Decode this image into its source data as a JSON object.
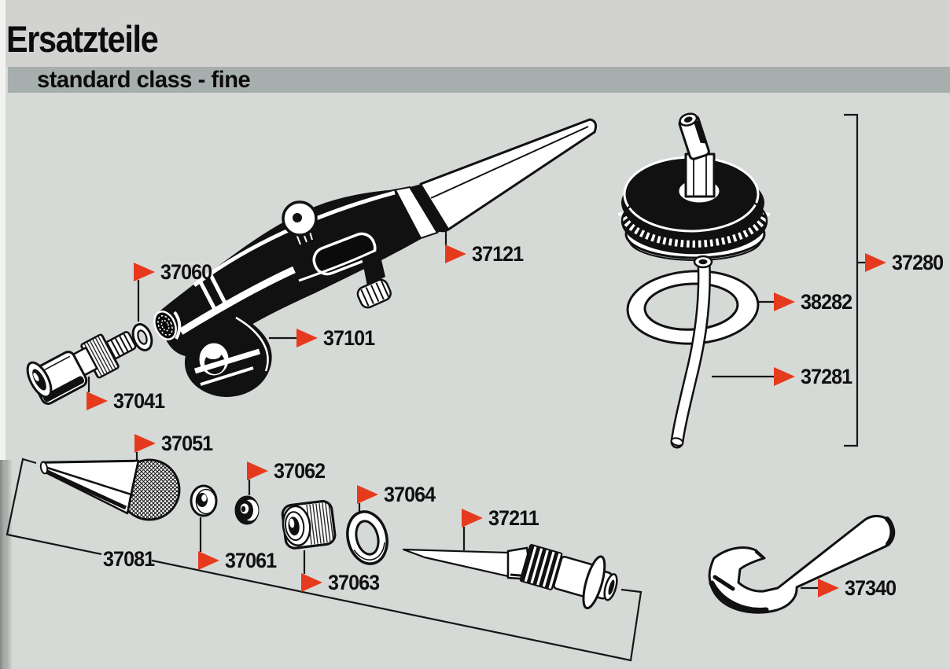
{
  "header": {
    "title": "Ersatzteile",
    "subtitle": "standard class - fine"
  },
  "colors": {
    "flag_red": "#e63a1e",
    "bar_gray": "#a7aeae",
    "background": "#d6dad7",
    "ink": "#111111"
  },
  "parts": [
    {
      "number": "37060"
    },
    {
      "number": "37121"
    },
    {
      "number": "37101"
    },
    {
      "number": "37041"
    },
    {
      "number": "37051"
    },
    {
      "number": "37062"
    },
    {
      "number": "37061"
    },
    {
      "number": "37063"
    },
    {
      "number": "37064"
    },
    {
      "number": "37211"
    },
    {
      "number": "37081"
    },
    {
      "number": "37340"
    },
    {
      "number": "37280"
    },
    {
      "number": "38282"
    },
    {
      "number": "37281"
    }
  ]
}
